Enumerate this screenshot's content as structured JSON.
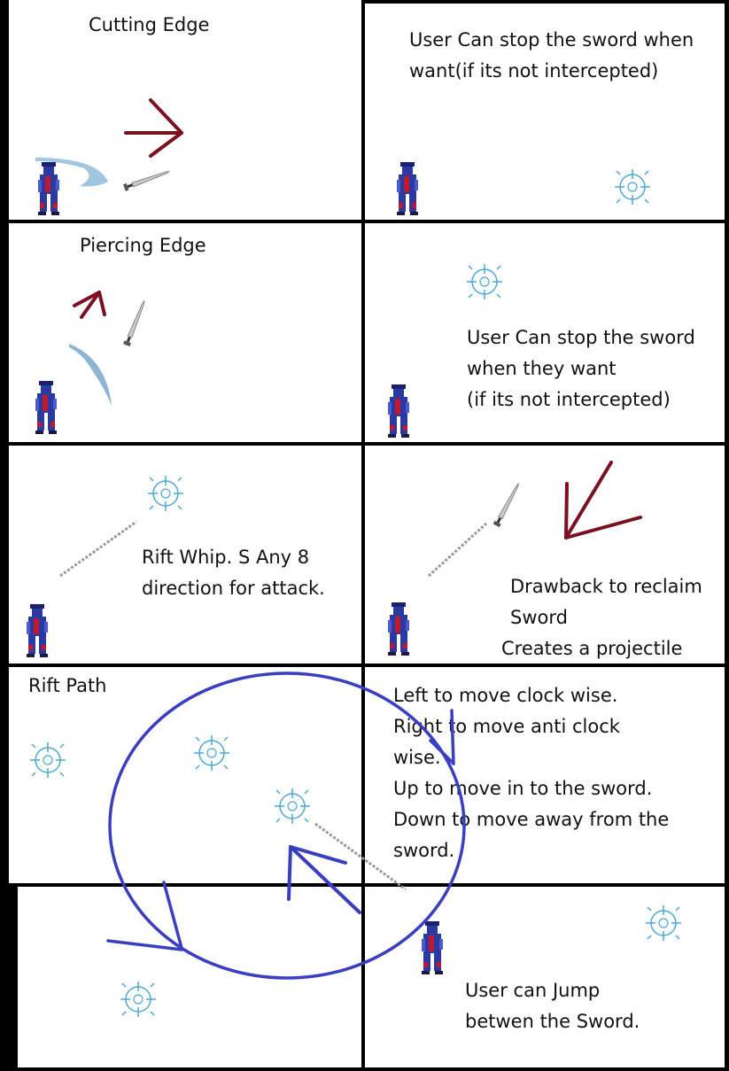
{
  "panels": {
    "cutting_edge": {
      "title": "Cutting Edge"
    },
    "cutting_edge_note": {
      "lines": [
        "User Can stop the sword when",
        "want(if its not intercepted)"
      ]
    },
    "piercing_edge": {
      "title": "Piercing Edge"
    },
    "piercing_edge_note": {
      "lines": [
        "User Can stop the sword",
        "when they want",
        "(if its not intercepted)"
      ]
    },
    "rift_whip": {
      "lines": [
        "Rift Whip. S Any 8",
        "direction for attack."
      ]
    },
    "drawback": {
      "lines": [
        "Drawback to reclaim",
        "Sword",
        "Creates a projectile"
      ]
    },
    "rift_path": {
      "title": "Rift Path"
    },
    "rift_path_controls": {
      "lines": [
        "Left to move clock wise.",
        "Right to move anti clock",
        "wise.",
        "Up to move in to the sword.",
        "Down to move away from the",
        "sword."
      ]
    },
    "jump": {
      "lines": [
        "User can Jump",
        "betwen the Sword."
      ]
    }
  },
  "colors": {
    "arrow_dark_red": "#7a1020",
    "circle_blue": "#3a3fc0",
    "reticle": "#4aa8d8",
    "character_blue": "#2a3aa0",
    "character_red": "#c01830"
  },
  "icons": [
    "crosshair-reticle-icon",
    "sword-icon",
    "ninja-character-icon",
    "arrow-icon"
  ]
}
